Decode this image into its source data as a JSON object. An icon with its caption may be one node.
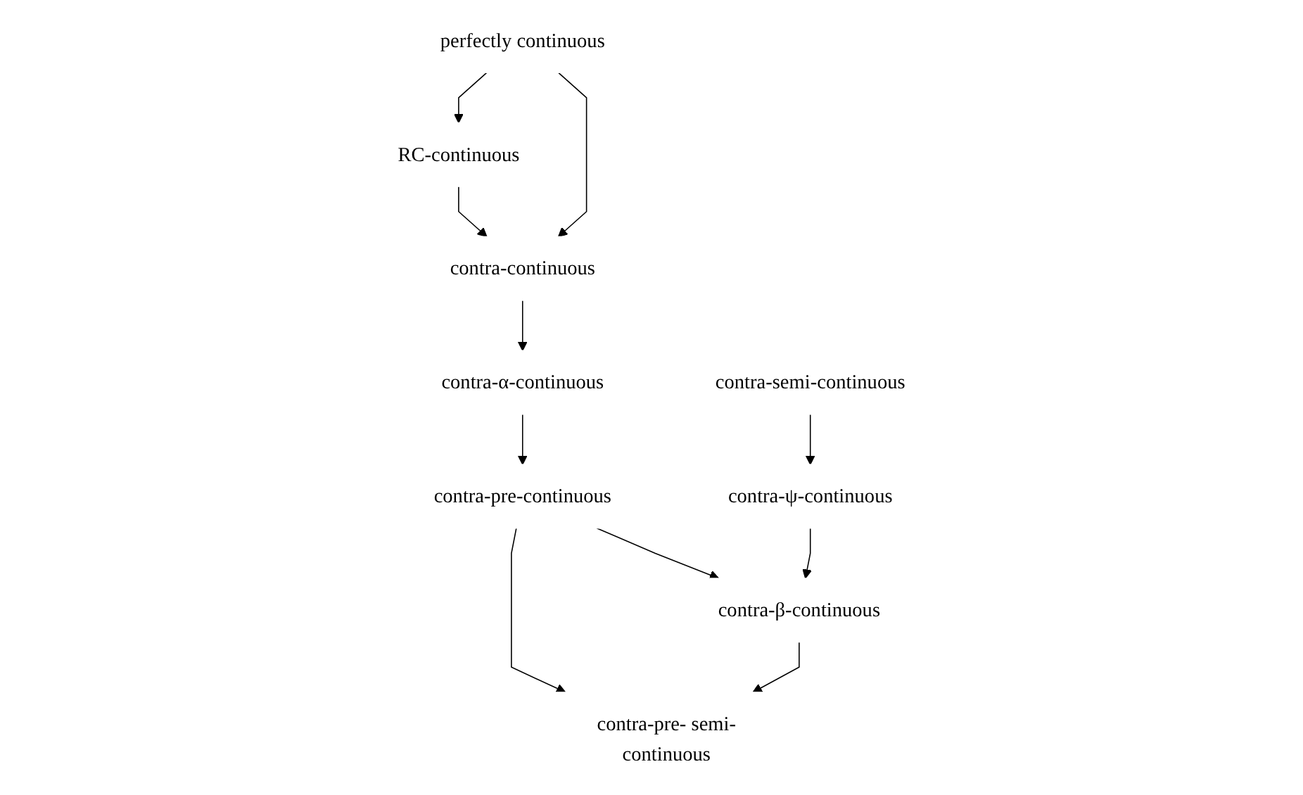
{
  "diagram": {
    "nodes": [
      {
        "text": [
          "perfectly continuous"
        ]
      },
      {
        "text": [
          "contra-continuous"
        ]
      },
      {
        "text": [
          "RC-continuous"
        ]
      },
      {
        "text": [
          "contra-α-continuous"
        ]
      },
      {
        "text": [
          "contra-semi-continuous"
        ]
      },
      {
        "text": [
          "contra-ψ-continuous"
        ]
      },
      {
        "text": [
          "contra-pre-continuous"
        ]
      },
      {
        "text": [
          "contra-β-continuous"
        ]
      },
      {
        "text": [
          "contra-pre- semi-continuous"
        ]
      }
    ],
    "edges": [
      {
        "from": 0,
        "to": 1,
        "arrow": "to"
      },
      {
        "from": 0,
        "to": 2,
        "arrow": "to"
      },
      {
        "from": 2,
        "to": 1,
        "arrow": "to"
      },
      {
        "from": 1,
        "to": 3,
        "arrow": "to"
      },
      {
        "from": 3,
        "to": 6,
        "arrow": "to"
      },
      {
        "from": 4,
        "to": 5,
        "arrow": "to"
      },
      {
        "from": 5,
        "to": 7,
        "arrow": "to"
      },
      {
        "from": 6,
        "to": 7,
        "arrow": "to"
      },
      {
        "from": 6,
        "to": 8,
        "arrow": "to"
      },
      {
        "from": 7,
        "to": 8,
        "arrow": "to"
      }
    ]
  }
}
